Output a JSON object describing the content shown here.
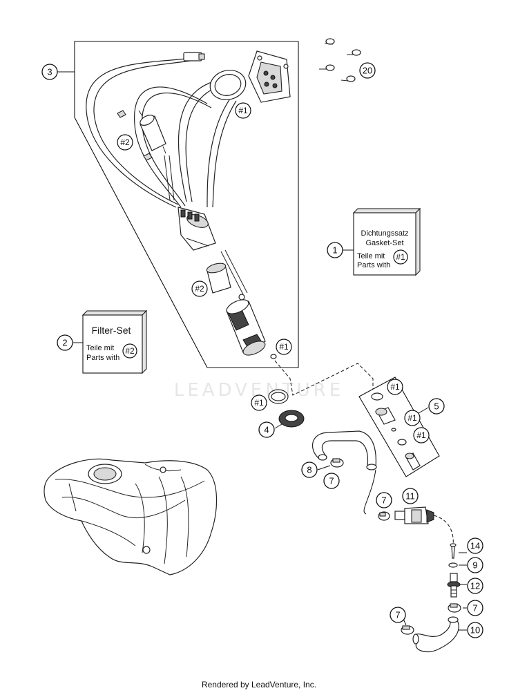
{
  "watermark": "LEADVENTURE",
  "footer": "Rendered by LeadVenture, Inc.",
  "callouts": {
    "c1": "1",
    "c2": "2",
    "c3": "3",
    "c4": "4",
    "c5": "5",
    "c7a": "7",
    "c7b": "7",
    "c7c": "7",
    "c7d": "7",
    "c8": "8",
    "c9": "9",
    "c10": "10",
    "c11": "11",
    "c12": "12",
    "c14": "14",
    "c20": "20"
  },
  "refs": {
    "r1a": "#1",
    "r1b": "#1",
    "r1c": "#1",
    "r1d": "#1",
    "r1e": "#1",
    "r1f": "#1",
    "r2a": "#2",
    "r2b": "#2"
  },
  "gasket_set": {
    "title_de": "Dichtungssatz",
    "title_en": "Gasket-Set",
    "teile_mit": "Teile mit",
    "parts_with": "Parts with",
    "ref": "#1"
  },
  "filter_set": {
    "title": "Filter-Set",
    "teile_mit": "Teile mit",
    "parts_with": "Parts with",
    "ref": "#2"
  }
}
